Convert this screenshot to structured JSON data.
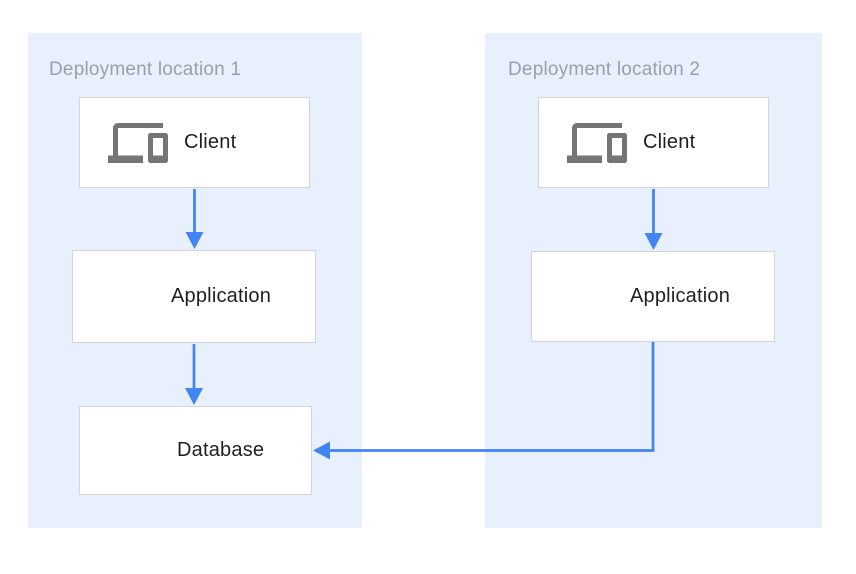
{
  "diagram": {
    "locations": [
      {
        "id": "loc1",
        "title": "Deployment location 1",
        "nodes": [
          {
            "id": "loc1-client",
            "label": "Client",
            "icon": "devices-icon"
          },
          {
            "id": "loc1-app",
            "label": "Application",
            "icon": "server-stack-icon"
          },
          {
            "id": "loc1-db",
            "label": "Database",
            "icon": "server-stack-icon"
          }
        ]
      },
      {
        "id": "loc2",
        "title": "Deployment location 2",
        "nodes": [
          {
            "id": "loc2-client",
            "label": "Client",
            "icon": "devices-icon"
          },
          {
            "id": "loc2-app",
            "label": "Application",
            "icon": "server-stack-icon"
          }
        ]
      }
    ],
    "connections": [
      {
        "from": "loc1-client",
        "to": "loc1-app",
        "style": "down"
      },
      {
        "from": "loc1-app",
        "to": "loc1-db",
        "style": "down"
      },
      {
        "from": "loc2-client",
        "to": "loc2-app",
        "style": "down"
      },
      {
        "from": "loc2-app",
        "to": "loc1-db",
        "style": "down-then-left"
      }
    ],
    "colors": {
      "panel_bg": "#e8f0fe",
      "arrow": "#4284f4",
      "icon_gray": "#757575",
      "node_border": "#d2d6db",
      "label_text": "#1f1f1f",
      "title_text": "#9aa0a6"
    }
  }
}
